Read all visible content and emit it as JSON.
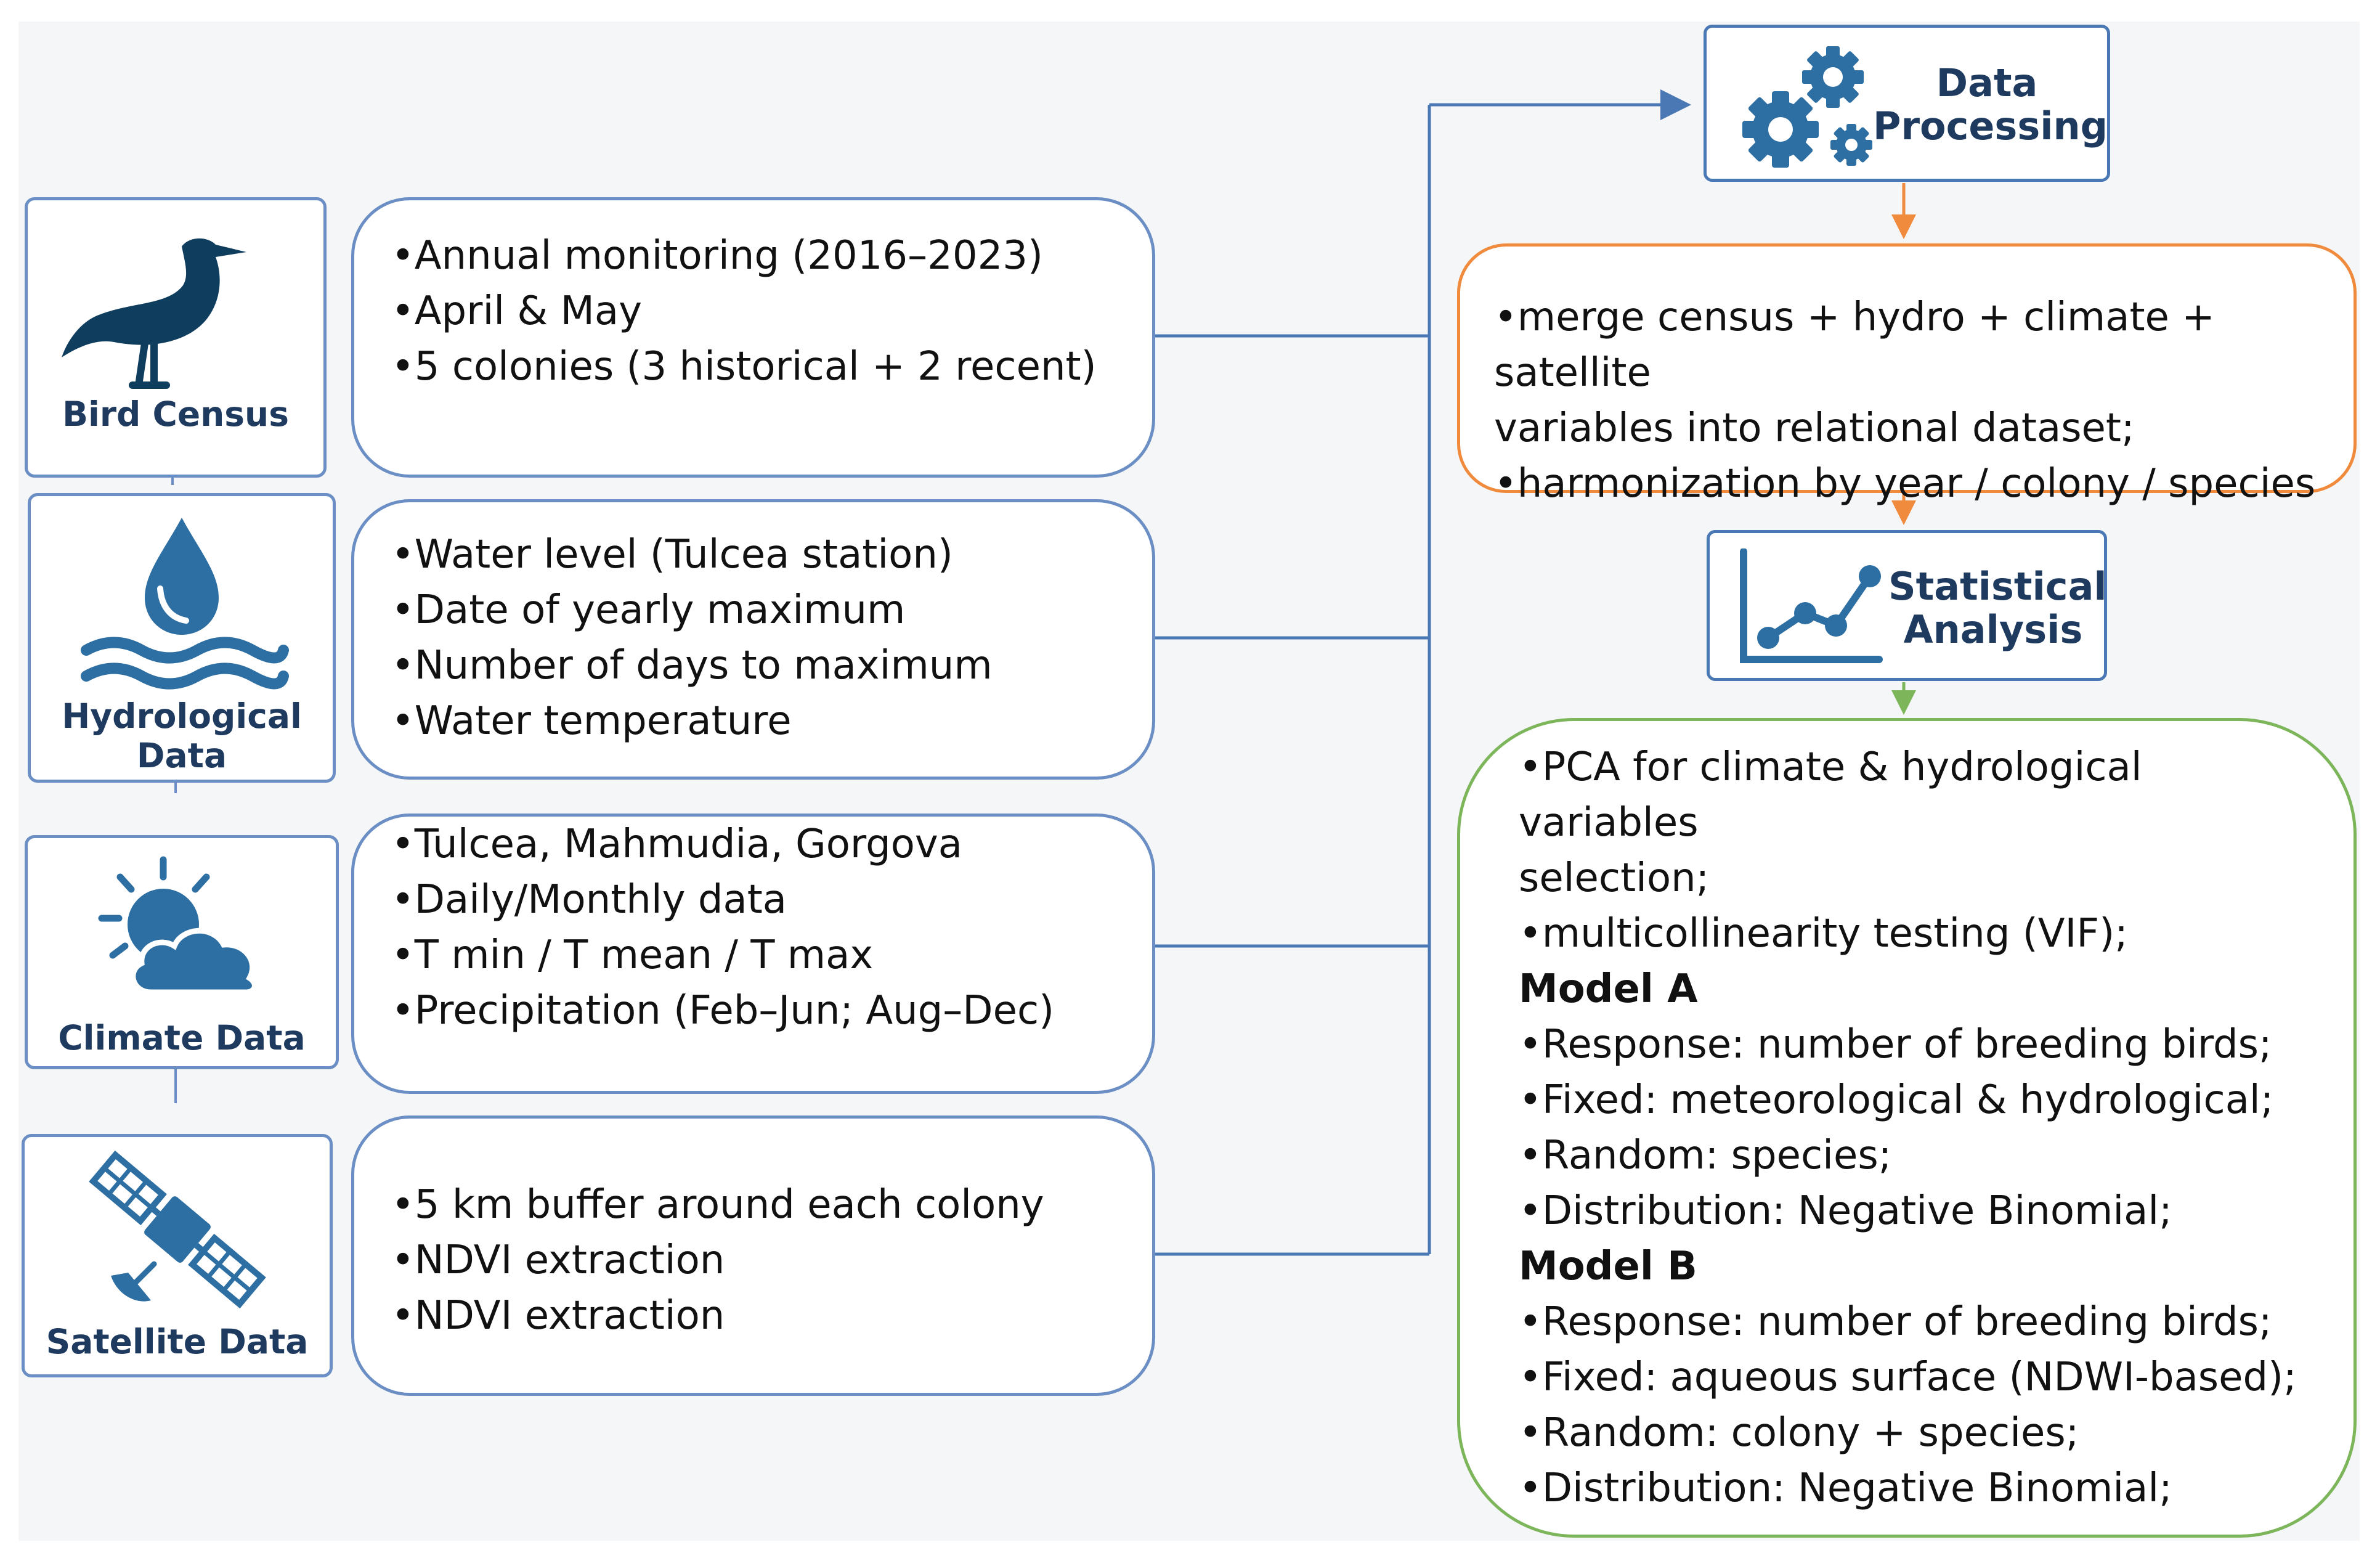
{
  "sources": [
    {
      "label_lines": [
        "Bird Census"
      ],
      "icon": "bird-icon",
      "bullets": [
        "•Annual monitoring (2016–2023)",
        "•April & May",
        "•5 colonies (3 historical + 2 recent)"
      ]
    },
    {
      "label_lines": [
        "Hydrological",
        "Data"
      ],
      "icon": "water-drop-waves-icon",
      "bullets": [
        "•Water level (Tulcea station)",
        "•Date of yearly maximum",
        "•Number of days to maximum",
        "•Water temperature"
      ]
    },
    {
      "label_lines": [
        "Climate Data"
      ],
      "icon": "sun-cloud-icon",
      "bullets": [
        "•Tulcea, Mahmudia, Gorgova",
        "•Daily/Monthly data",
        "•T min / T mean / T max",
        "•Precipitation (Feb–Jun; Aug–Dec)"
      ]
    },
    {
      "label_lines": [
        "Satellite Data"
      ],
      "icon": "satellite-icon",
      "bullets": [
        "•5 km buffer around each colony",
        "•NDVI extraction",
        "•NDVI extraction"
      ]
    }
  ],
  "processing": {
    "title_lines": [
      "Data",
      "Processing"
    ],
    "icon": "gears-icon",
    "bullets": [
      "•merge census + hydro + climate + satellite",
      "variables into relational dataset;",
      "•harmonization by year / colony / species"
    ]
  },
  "analysis": {
    "title_lines": [
      "Statistical",
      "Analysis"
    ],
    "icon": "line-chart-icon",
    "intro": [
      "•PCA for climate & hydrological variables",
      "selection;",
      "•multicollinearity testing (VIF);"
    ],
    "model_a": {
      "title": "Model A",
      "bullets": [
        "•Response: number of breeding birds;",
        "•Fixed: meteorological & hydrological;",
        "•Random: species;",
        "•Distribution: Negative Binomial;"
      ]
    },
    "model_b": {
      "title": "Model B",
      "bullets": [
        "•Response: number of breeding birds;",
        "•Fixed: aqueous surface (NDWI-based);",
        "•Random: colony + species;",
        "•Distribution: Negative Binomial;"
      ]
    }
  },
  "colors": {
    "blue_line": "#4a78b5",
    "orange": "#f08a3c",
    "green": "#7cb55a",
    "icon_navy": "#0f3d5e",
    "icon_blue": "#2e6fa3"
  }
}
